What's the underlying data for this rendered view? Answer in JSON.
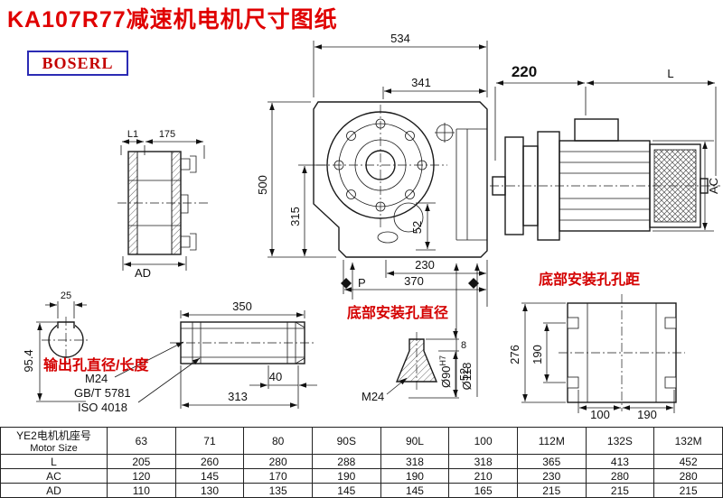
{
  "page": {
    "title": "KA107R77减速机电机尺寸图纸",
    "logo": "BOSERL"
  },
  "front_view": {
    "dim_534": "534",
    "dim_341": "341",
    "dim_500": "500",
    "dim_315": "315",
    "dim_52": "52",
    "dim_230": "230",
    "dim_370": "370",
    "label_p": "P"
  },
  "side_view": {
    "dim_220": "220",
    "dim_l": "L",
    "dim_ac": "AC"
  },
  "flange_view": {
    "dim_l1": "L1",
    "dim_175": "175",
    "dim_ad": "AD"
  },
  "shaft_end_view": {
    "dim_25": "25",
    "dim_95_4": "95.4"
  },
  "shaft_view": {
    "dim_350": "350",
    "dim_40": "40",
    "dim_313": "313",
    "label_output": "输出孔直径/长度",
    "label_m24": "M24",
    "label_gb": "GB/T 5781",
    "label_iso": "ISO 4018",
    "dia_90": "Ø90",
    "dia_90_tol": "H7",
    "dia_118": "Ø118"
  },
  "bottom_hole": {
    "label": "底部安装孔直径",
    "dim_8": "8",
    "dim_52": "52",
    "label_m24": "M24"
  },
  "bottom_view": {
    "label": "底部安装孔孔距",
    "dim_276": "276",
    "dim_190_v": "190",
    "dim_100": "100",
    "dim_190_h": "190"
  },
  "table": {
    "header_line1": "YE2电机机座号",
    "header_line2": "Motor Size",
    "sizes": [
      "63",
      "71",
      "80",
      "90S",
      "90L",
      "100",
      "112M",
      "132S",
      "132M"
    ],
    "rows": [
      {
        "label": "L",
        "values": [
          "205",
          "260",
          "280",
          "288",
          "318",
          "318",
          "365",
          "413",
          "452"
        ]
      },
      {
        "label": "AC",
        "values": [
          "120",
          "145",
          "170",
          "190",
          "190",
          "210",
          "230",
          "280",
          "280"
        ]
      },
      {
        "label": "AD",
        "values": [
          "110",
          "130",
          "135",
          "145",
          "145",
          "165",
          "215",
          "215",
          "215"
        ]
      }
    ]
  }
}
